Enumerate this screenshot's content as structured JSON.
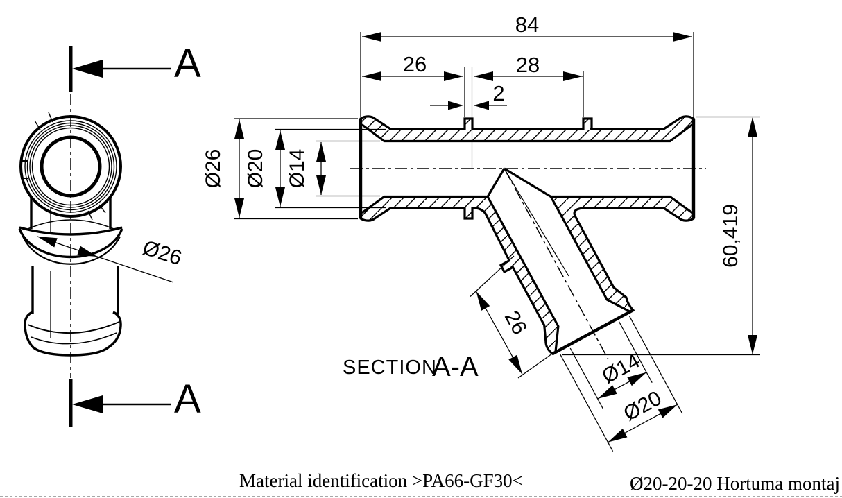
{
  "meta": {
    "background": "#ffffff",
    "ink": "#000000"
  },
  "cutting_plane": {
    "letter": "A"
  },
  "section_title": {
    "prefix": "SECTION",
    "label": "A-A"
  },
  "dims": {
    "overall_length": "84",
    "left_port_length": "26",
    "branch_offset": "28",
    "rib_width": "2",
    "flare_diameter": "Ø26",
    "tube_outer_diameter": "Ø20",
    "bore_diameter": "Ø14",
    "overall_height": "60,419",
    "branch_port_length": "26",
    "branch_bore_diameter": "Ø14",
    "branch_outer_diameter": "Ø20",
    "side_view_flange_diameter": "Ø26"
  },
  "footer": {
    "material_note": "Material identification >PA66-GF30<",
    "part_note": "Ø20-20-20  Hortuma montaj"
  }
}
